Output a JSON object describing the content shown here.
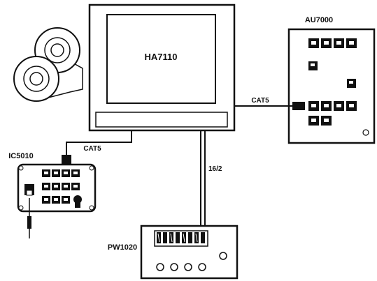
{
  "devices": {
    "main_unit": {
      "label": "HA7110"
    },
    "expansion_unit": {
      "label": "AU7000"
    },
    "intercom": {
      "label": "IC5010"
    },
    "power_supply": {
      "label": "PW1020"
    }
  },
  "cables": {
    "main_to_expansion": {
      "label": "CAT5"
    },
    "main_to_intercom": {
      "label": "CAT5"
    },
    "main_to_power": {
      "label": "16/2"
    }
  },
  "colors": {
    "stroke": "#111111",
    "fill": "#ffffff",
    "jack": "#111111"
  }
}
